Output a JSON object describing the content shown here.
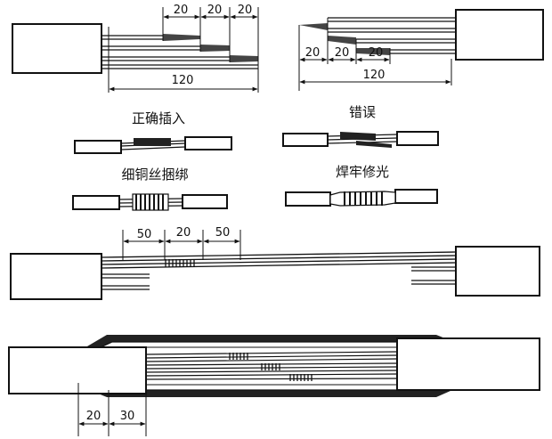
{
  "diagram": {
    "top_left": {
      "dims": {
        "d1": "20",
        "d2": "20",
        "d3": "20",
        "total": "120"
      }
    },
    "top_right": {
      "dims": {
        "d1": "20",
        "d2": "20",
        "d3": "20",
        "total": "120"
      }
    },
    "labels": {
      "correct_insert": "正确插入",
      "wrong": "错误",
      "copper_wire_bind": "细铜丝捆绑",
      "solder_trim": "焊牢修光"
    },
    "middle": {
      "dims": {
        "d1": "50",
        "d2": "20",
        "d3": "50"
      }
    },
    "bottom": {
      "dims": {
        "d1": "20",
        "d2": "30"
      }
    }
  }
}
